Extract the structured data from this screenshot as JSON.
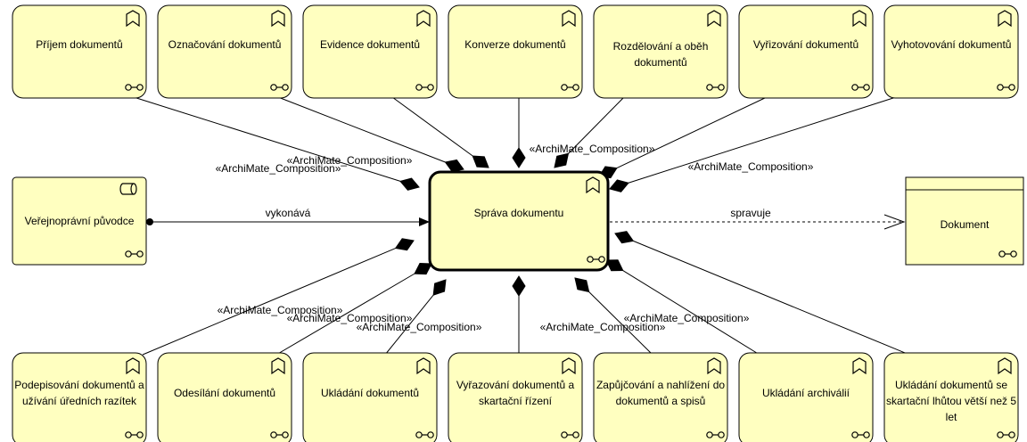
{
  "central": {
    "label": "Správa dokumentu"
  },
  "actor": {
    "label": "Veřejnoprávní původce"
  },
  "object": {
    "label": "Dokument"
  },
  "top_functions": [
    [
      "Příjem dokumentů"
    ],
    [
      "Označování dokumentů"
    ],
    [
      "Evidence dokumentů"
    ],
    [
      "Konverze dokumentů"
    ],
    [
      "Rozdělování a oběh",
      "dokumentů"
    ],
    [
      "Vyřizování dokumentů"
    ],
    [
      "Vyhotovování dokumentů"
    ]
  ],
  "bottom_functions": [
    [
      "Podepisování dokumentů a",
      "užívání úředních razítek"
    ],
    [
      "Odesílání dokumentů"
    ],
    [
      "Ukládání dokumentů"
    ],
    [
      "Vyřazování dokumentů a",
      "skartační řízení"
    ],
    [
      "Zapůjčování a nahlížení do",
      "dokumentů a spisů"
    ],
    [
      "Ukládání archiválií"
    ],
    [
      "Ukládání dokumentů se",
      "skartační lhůtou větší než 5",
      "let"
    ]
  ],
  "relations": {
    "composition": "«ArchiMate_Composition»",
    "assignment": "vykonává",
    "access": "spravuje"
  }
}
